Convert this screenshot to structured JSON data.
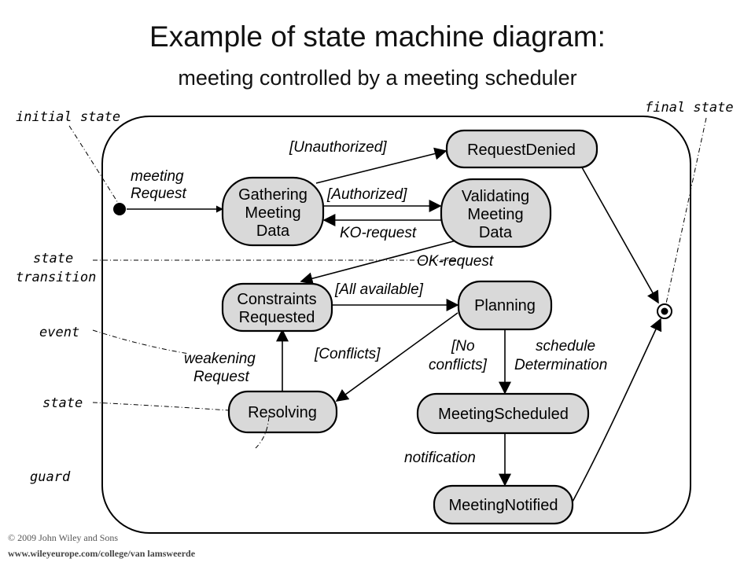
{
  "title": "Example of state machine diagram:",
  "subtitle": "meeting controlled by a meeting scheduler",
  "states": {
    "request_denied": [
      "RequestDenied"
    ],
    "gathering": [
      "Gathering",
      "Meeting",
      "Data"
    ],
    "validating": [
      "Validating",
      "Meeting",
      "Data"
    ],
    "constraints": [
      "Constraints",
      "Requested"
    ],
    "planning": [
      "Planning"
    ],
    "resolving": [
      "Resolving"
    ],
    "meeting_scheduled": [
      "MeetingScheduled"
    ],
    "meeting_notified": [
      "MeetingNotified"
    ]
  },
  "transitions": {
    "meeting_request": [
      "meeting",
      "Request"
    ],
    "unauthorized": "[Unauthorized]",
    "authorized": "[Authorized]",
    "ko_request": "KO-request",
    "ok_request": "OK-request",
    "all_available": "[All available]",
    "conflicts": "[Conflicts]",
    "no_conflicts": [
      "[No",
      "conflicts]"
    ],
    "schedule_determination": [
      "schedule",
      "Determination"
    ],
    "weakening_request": [
      "weakening",
      "Request"
    ],
    "notification": "notification"
  },
  "annotations": {
    "initial_state": "initial state",
    "final_state": "final state",
    "state_transition": [
      "state",
      "transition"
    ],
    "event": "event",
    "state": "state",
    "guard": "guard"
  },
  "footer": {
    "copyright": "© 2009 John Wiley and Sons",
    "website": "www.wileyeurope.com/college/van lamsweerde"
  }
}
